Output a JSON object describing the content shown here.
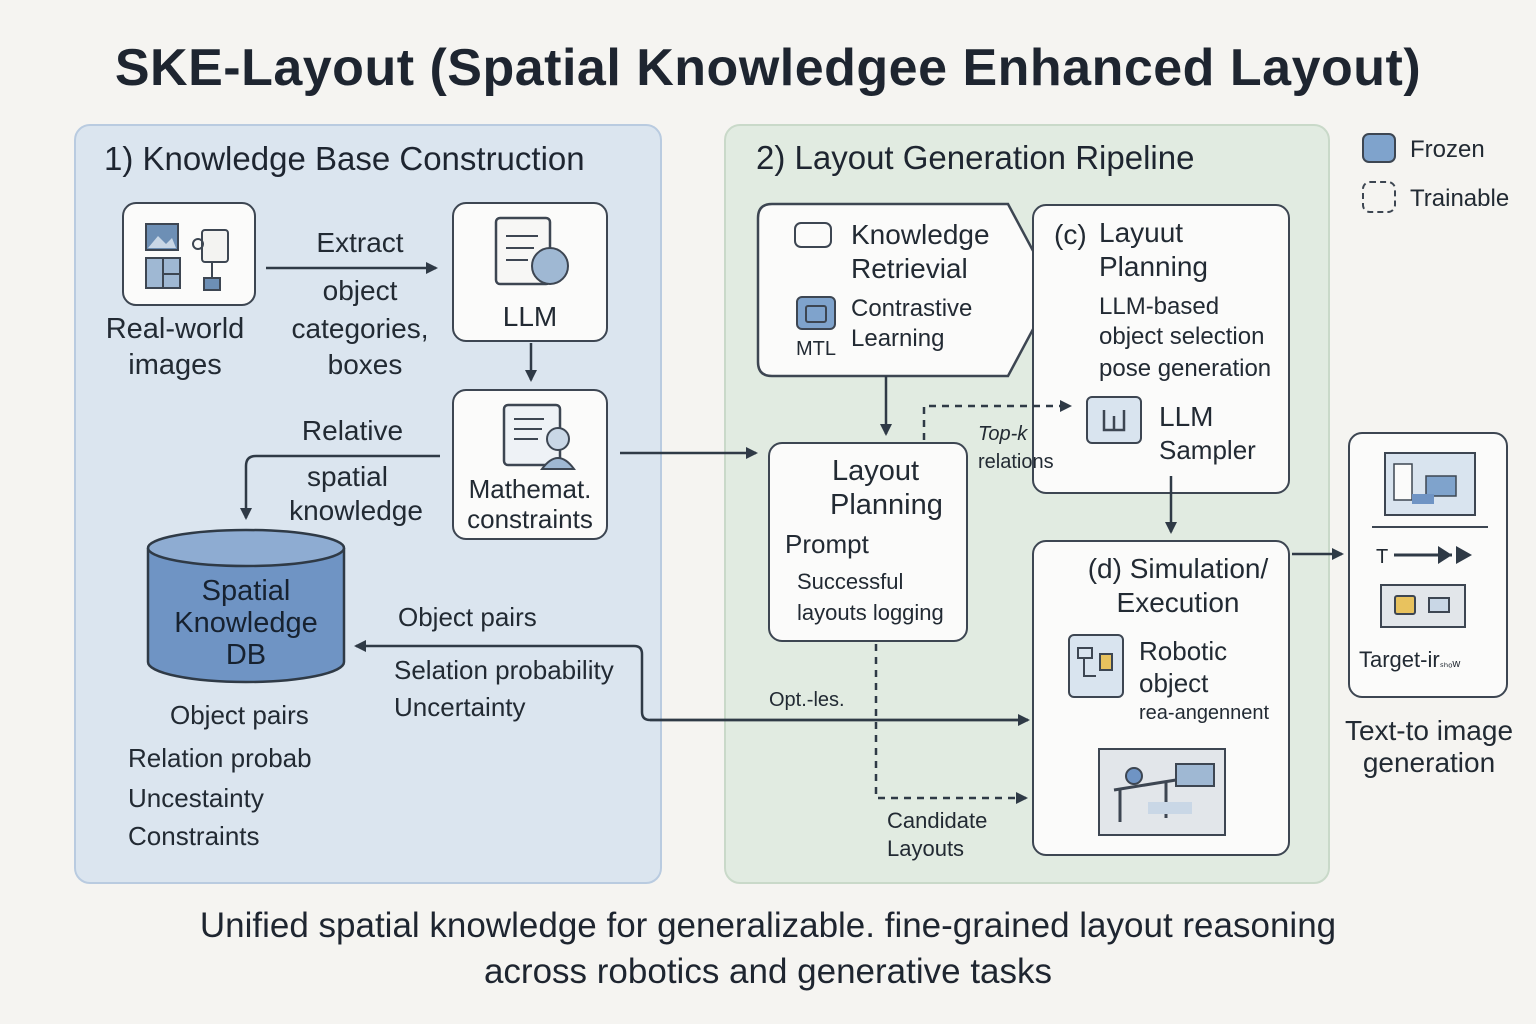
{
  "title": "SKE-Layout (Spatial Knowledgee Enhanced Layout)",
  "legend": {
    "frozen": "Frozen",
    "trainable": "Trainable",
    "colors": {
      "frozen": "#7fa3cc",
      "panel_blue": "#dbe5ef",
      "panel_green": "#e1ebe1",
      "db": "#6f94c4"
    }
  },
  "section1": {
    "title": "1) Knowledge Base Construction",
    "real_world_images": [
      "Real-world",
      "images"
    ],
    "extract_label": "Extract",
    "extract_sub": [
      "object",
      "categories,",
      "boxes"
    ],
    "llm": "LLM",
    "relative_knowledge": [
      "Relative",
      "spatial",
      "knowledge"
    ],
    "math_constraints": [
      "Mathemat.",
      "constraints"
    ],
    "db_label": [
      "Spatial",
      "Knowledge",
      "DB"
    ],
    "db_fields": [
      "Object pairs",
      "Relation probab",
      "Uncestainty",
      "Constraints"
    ],
    "edge_labels": [
      "Object pairs",
      "Selation probability",
      "Uncertainty"
    ]
  },
  "section2": {
    "title": "2) Layout Generation Ripeline",
    "knowledge_retrieval": [
      "Knowledge",
      "Retrievial"
    ],
    "contrastive": [
      "Contrastive",
      "Learning"
    ],
    "mtl": "MTL",
    "layout_planning_c": {
      "prefix": "(c)",
      "title": [
        "Layuut",
        "Planning"
      ],
      "desc": [
        "LLM-based",
        "object selection",
        "pose generation"
      ]
    },
    "llm_sampler": [
      "LLM",
      "Sampler"
    ],
    "topk": [
      "Top-k",
      "relations"
    ],
    "layout_planning_prompt": {
      "title": [
        "Layout",
        "Planning"
      ],
      "prompt": "Prompt",
      "desc": [
        "Successful",
        "layouts logging"
      ]
    },
    "opt_label": "Opt.-les.",
    "candidate_layouts": [
      "Candidate",
      "Layouts"
    ],
    "simulation": {
      "title": [
        "(d) Simulation/",
        "Execution"
      ],
      "desc": [
        "Robotic",
        "object"
      ],
      "small": "rea-angennent"
    }
  },
  "text_to_image": {
    "arrow_text": "T",
    "target": "Target-ir",
    "target_small": "ₛₕₒw",
    "caption": [
      "Text-to image",
      "generation"
    ]
  },
  "bottom_text": [
    "Unified spatial knowledge for generalizable. fine-grained layout reasoning",
    "across robotics and generative tasks"
  ]
}
